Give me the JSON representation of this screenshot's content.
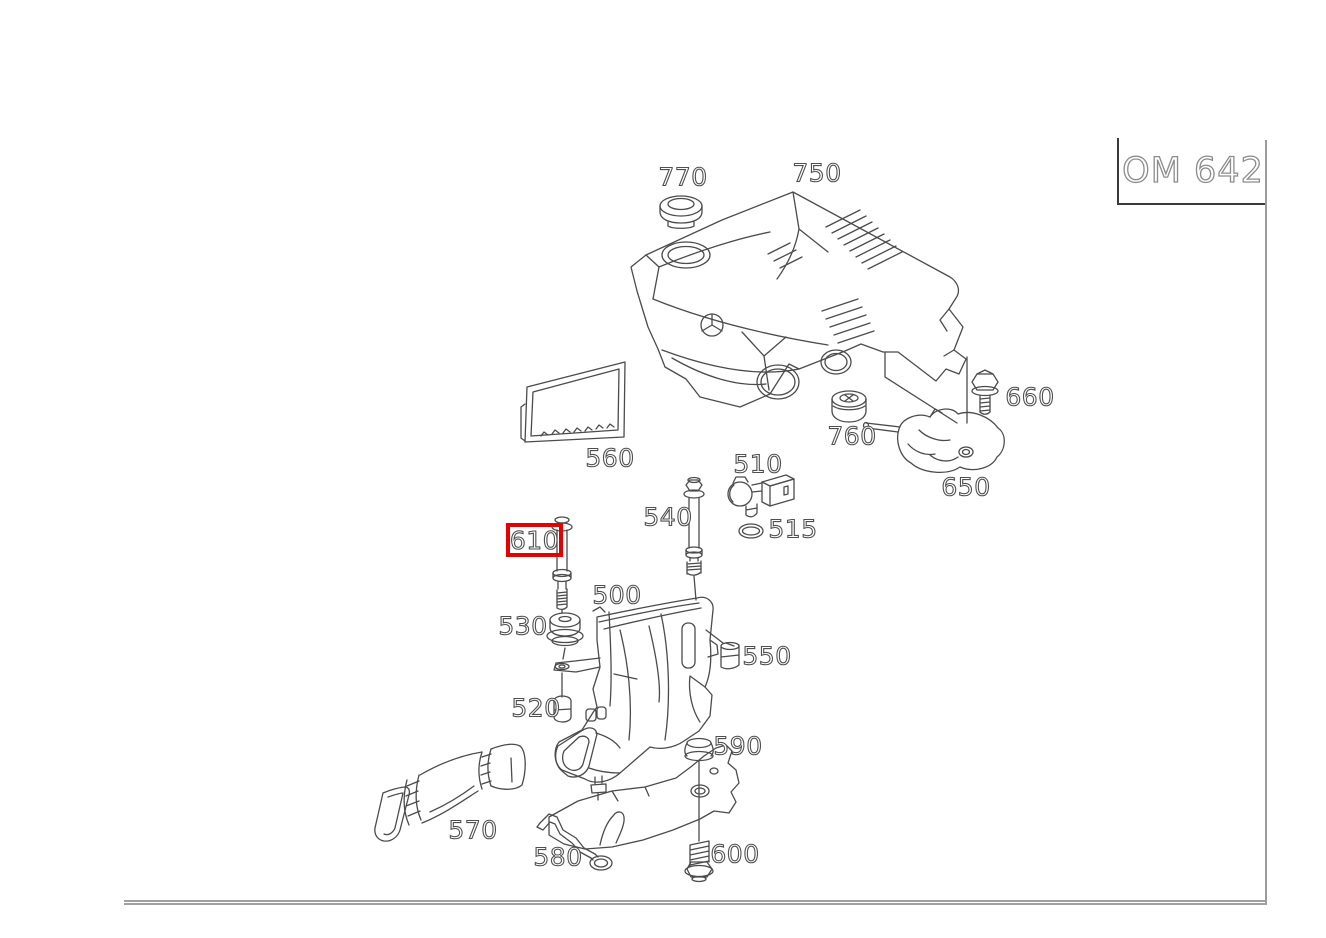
{
  "frame": {
    "engine_code": "OM 642"
  },
  "diagram": {
    "highlighted_part": "610",
    "highlight_color": "#e60000",
    "parts": [
      {
        "label": "770"
      },
      {
        "label": "750"
      },
      {
        "label": "560"
      },
      {
        "label": "760"
      },
      {
        "label": "660"
      },
      {
        "label": "650"
      },
      {
        "label": "510"
      },
      {
        "label": "540"
      },
      {
        "label": "610"
      },
      {
        "label": "515"
      },
      {
        "label": "500"
      },
      {
        "label": "530"
      },
      {
        "label": "550"
      },
      {
        "label": "520"
      },
      {
        "label": "590"
      },
      {
        "label": "570"
      },
      {
        "label": "580"
      },
      {
        "label": "600"
      }
    ]
  }
}
